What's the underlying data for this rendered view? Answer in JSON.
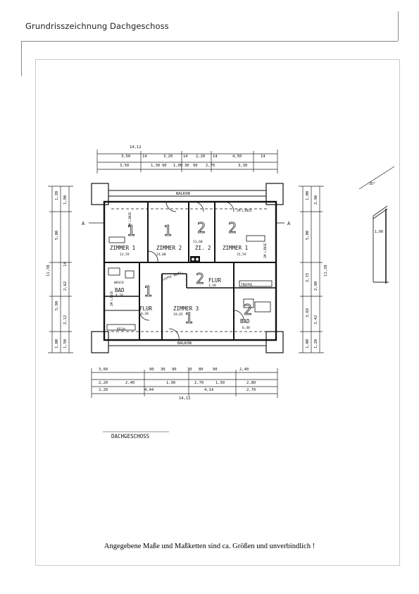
{
  "header": {
    "title": "Grundrisszeichnung Dachgeschoss"
  },
  "plan": {
    "caption": "DACHGESCHOSS",
    "section_marker": "A",
    "balcony_top": "BALKON",
    "balcony_bottom": "BALKON",
    "rooms": [
      {
        "id": "zimmer-1-left",
        "name": "ZIMMER 1",
        "area": "12,59",
        "number": "1"
      },
      {
        "id": "zimmer-2-left",
        "name": "ZIMMER 2",
        "area": "14,00",
        "number": "1"
      },
      {
        "id": "zi-2",
        "name": "ZI. 2",
        "area": "11,60",
        "number": "2"
      },
      {
        "id": "zimmer-1-right",
        "name": "ZIMMER 1",
        "area": "15,59",
        "number": "2"
      },
      {
        "id": "flur-left",
        "name": "FLUR",
        "area": "6,20",
        "number": "1"
      },
      {
        "id": "zimmer-3",
        "name": "ZIMMER 3",
        "area": "19,65",
        "number": "1"
      },
      {
        "id": "flur-right",
        "name": "FLUR",
        "area": "3,58",
        "number": "2"
      },
      {
        "id": "bad-left",
        "name": "BAD",
        "area": "4,70",
        "number": ""
      },
      {
        "id": "bad-right",
        "name": "BAD",
        "area": "6,48",
        "number": "2"
      }
    ],
    "annotations": {
      "knee_wall": "2M LINIE",
      "stair": "TREPPE",
      "wash": "WASCH",
      "sloped": "Siehe Aufr.",
      "roof_angle": "35°",
      "wall_height": "1,00",
      "cabinet": "REGAL"
    },
    "dims": {
      "top_total": "14,12",
      "top_row1": [
        "3,50",
        "14",
        "3,20",
        "14",
        "2,20",
        "14",
        "4,50",
        "14"
      ],
      "top_row2": [
        "3,50",
        "1,30",
        "90",
        "1,00",
        "30",
        "90",
        "2,70",
        "3,30"
      ],
      "bottom_row1": [
        "3,60",
        "90",
        "30",
        "90",
        "30",
        "80",
        "90",
        "2,40"
      ],
      "bottom_row2": [
        "2,20",
        "2,40",
        "1,90",
        "2,70",
        "1,50",
        "2,80"
      ],
      "bottom_row3": [
        "2,20",
        "4,44",
        "4,14",
        "2,70"
      ],
      "bottom_total": "14,12",
      "left_total": "11,38",
      "left_col": [
        "1,20",
        "1,90",
        "5,00",
        "14",
        "2,62",
        "5,90",
        "2,12",
        "1,00",
        "1,50"
      ],
      "right_total": "11,38",
      "right_col": [
        "1,00",
        "2,90",
        "5,00",
        "2,15",
        "2,90",
        "3,69",
        "3,42",
        "1,00",
        "1,20"
      ]
    }
  },
  "footer": {
    "note": "Angegebene Maße und Maßketten sind ca. Größen und unverbindlich !"
  }
}
